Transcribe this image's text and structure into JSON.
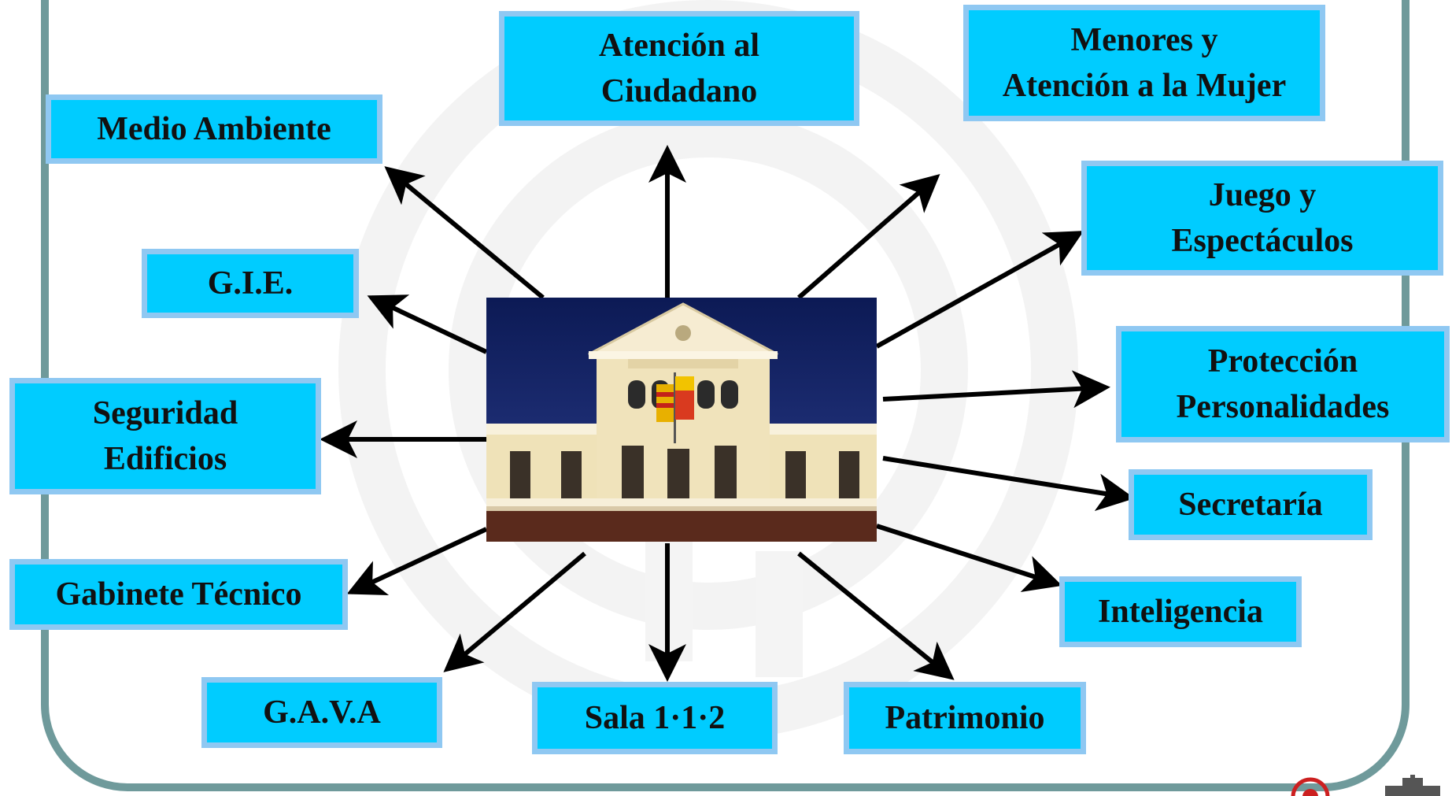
{
  "diagram": {
    "center_image": "police-headquarters-building",
    "departments": {
      "medio_ambiente": "Medio Ambiente",
      "atencion_line1": "Atención al",
      "atencion_line2": "Ciudadano",
      "menores_line1": "Menores y",
      "menores_line2": "Atención a la Mujer",
      "juego_line1": "Juego y",
      "juego_line2": "Espectáculos",
      "gie": "G.I.E.",
      "proteccion_line1": "Protección",
      "proteccion_line2": "Personalidades",
      "seguridad_line1": "Seguridad",
      "seguridad_line2": "Edificios",
      "secretaria": "Secretaría",
      "gabinete": "Gabinete Técnico",
      "inteligencia": "Inteligencia",
      "gava": "G.A.V.A",
      "sala": "Sala 1·1·2",
      "patrimonio": "Patrimonio"
    }
  },
  "colors": {
    "box_fill": "#00ccff",
    "box_border": "#8fc8f2",
    "frame": "#6f9a9b",
    "arrow": "#000000"
  }
}
